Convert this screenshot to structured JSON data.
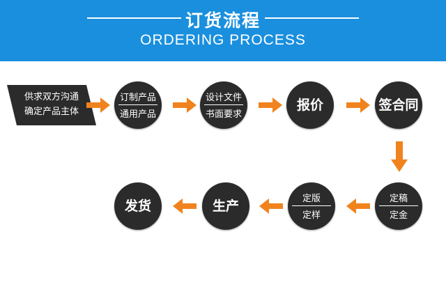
{
  "header": {
    "title_zh": "订货流程",
    "title_en": "ORDERING PROCESS",
    "bg_color": "#1a8fde"
  },
  "steps": {
    "start": {
      "line1": "供求双方沟通",
      "line2": "确定产品主体"
    },
    "custom": {
      "line1": "订制产品",
      "line2": "通用产品"
    },
    "design": {
      "line1": "设计文件",
      "line2": "书面要求"
    },
    "quote": {
      "label": "报价"
    },
    "contract": {
      "label": "签合同"
    },
    "draft": {
      "line1": "定稿",
      "line2": "定金"
    },
    "sample": {
      "line1": "定版",
      "line2": "定样"
    },
    "produce": {
      "label": "生产"
    },
    "ship": {
      "label": "发货"
    }
  },
  "colors": {
    "circle": "#2b2b2b",
    "arrow": "#f0831e",
    "text": "#ffffff"
  }
}
